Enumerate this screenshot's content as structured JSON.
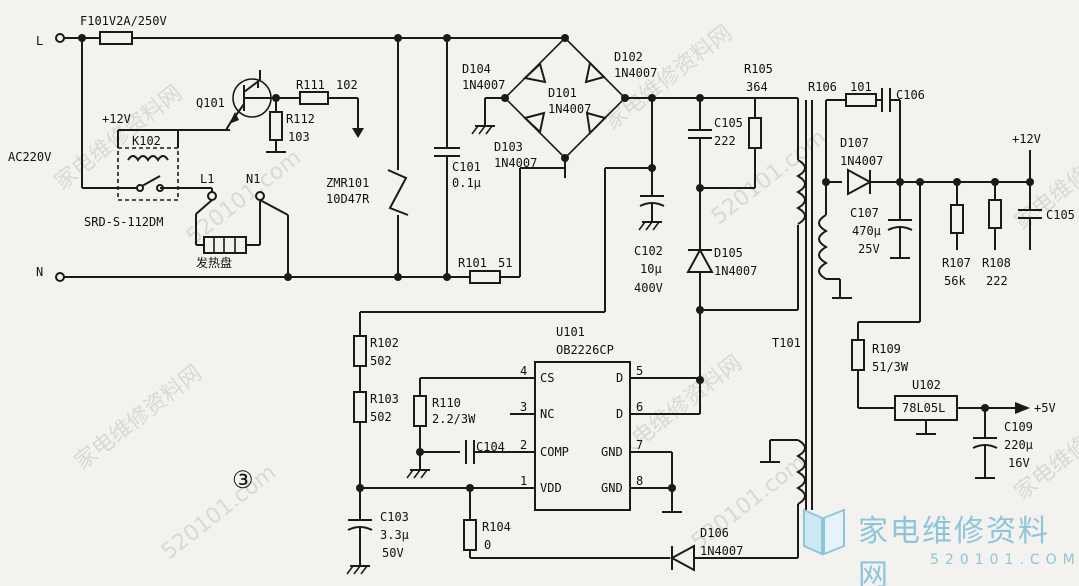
{
  "title": "",
  "figure_number": "③",
  "terminals": {
    "l": "L",
    "n": "N",
    "ac": "AC220V",
    "l1": "L1",
    "n1": "N1"
  },
  "rails": {
    "plus12_left": "+12V",
    "plus12_right": "+12V",
    "plus5": "+5V"
  },
  "parts": {
    "f101": "F101V2A/250V",
    "k102": "K102",
    "relay_model": "SRD-S-112DM",
    "heater": "发热盘",
    "q101": "Q101",
    "r111": "R111",
    "r111_val": "102",
    "r112": "R112",
    "r112_val": "103",
    "zmr101": "ZMR101",
    "zmr101_val": "10D47R",
    "c101": "C101",
    "c101_val": "0.1μ",
    "d101": "D101",
    "d101_val": "1N4007",
    "d102": "D102",
    "d102_val": "1N4007",
    "d103": "D103",
    "d103_val": "1N4007",
    "d104": "D104",
    "d104_val": "1N4007",
    "r101": "R101",
    "r101_val": "51",
    "c102": "C102",
    "c102_val": "10μ",
    "c102_v": "400V",
    "r105": "R105",
    "r105_val": "364",
    "c105a": "C105",
    "c105a_val": "222",
    "d105": "D105",
    "d105_val": "1N4007",
    "r102": "R102",
    "r102_val": "502",
    "r103": "R103",
    "r103_val": "502",
    "c103": "C103",
    "c103_val": "3.3μ",
    "c103_v": "50V",
    "r104": "R104",
    "r104_val": "0",
    "r110": "R110",
    "r110_val": "2.2/3W",
    "c104": "C104",
    "u101": "U101",
    "u101_model": "OB2226CP",
    "t101": "T101",
    "d106": "D106",
    "d106_val": "1N4007",
    "r106": "R106",
    "r106_val": "101",
    "c106": "C106",
    "d107": "D107",
    "d107_val": "1N4007",
    "c107": "C107",
    "c107_val": "470μ",
    "c107_v": "25V",
    "r107": "R107",
    "r107_val": "56k",
    "r108": "R108",
    "r108_val": "222",
    "c105b": "C105",
    "r109": "R109",
    "r109_val": "51/3W",
    "u102": "U102",
    "u102_model": "78L05L",
    "c109": "C109",
    "c109_val": "220μ",
    "c109_v": "16V"
  },
  "ic_pins": {
    "p1": "1",
    "p2": "2",
    "p3": "3",
    "p4": "4",
    "p5": "5",
    "p6": "6",
    "p7": "7",
    "p8": "8",
    "cs": "CS",
    "nc": "NC",
    "comp": "COMP",
    "vdd": "VDD",
    "d5": "D",
    "d6": "D",
    "gnd7": "GND",
    "gnd8": "GND"
  },
  "watermark": {
    "cn": "家电维修资料网",
    "url": "520101.com"
  },
  "brand": {
    "name": "家电维修资料网",
    "url": "520101.COM"
  }
}
